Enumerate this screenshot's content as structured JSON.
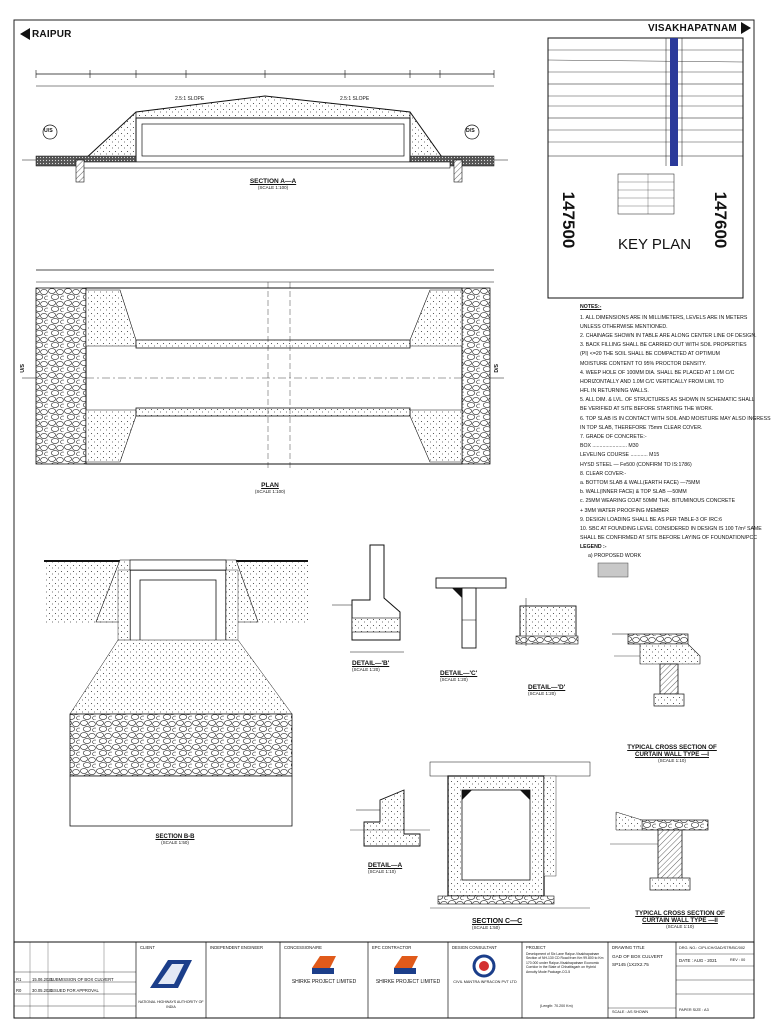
{
  "directions": {
    "left": "RAIPUR",
    "right": "VISAKHAPATNAM"
  },
  "keyplan": {
    "title": "KEY PLAN",
    "chainage_left": "147500",
    "chainage_right": "147600"
  },
  "views": {
    "section_a": {
      "title": "SECTION A—A",
      "scale": "(SCALE 1:100)"
    },
    "plan": {
      "title": "PLAN",
      "scale": "(SCALE 1:100)"
    },
    "section_b": {
      "title": "SECTION B-B",
      "scale": "(SCALE 1:50)"
    },
    "section_c": {
      "title": "SECTION C—C",
      "scale": "(SCALE 1:50)"
    },
    "detail_a": {
      "title": "DETAIL—A",
      "scale": "(SCALE 1:10)"
    },
    "detail_b": {
      "title": "DETAIL—'B'",
      "scale": "(SCALE 1:20)"
    },
    "detail_c": {
      "title": "DETAIL—'C'",
      "scale": "(SCALE 1:20)"
    },
    "detail_d": {
      "title": "DETAIL—'D'",
      "scale": "(SCALE 1:20)"
    },
    "curtain_1": {
      "title": "TYPICAL CROSS SECTION OF CURTAIN WALL TYPE —I",
      "scale": "(SCALE 1:10)"
    },
    "curtain_2": {
      "title": "TYPICAL CROSS SECTION OF CURTAIN WALL TYPE —II",
      "scale": "(SCALE 1:10)"
    }
  },
  "labels": {
    "us": "U/S",
    "ds": "D/S",
    "slope_left": "2.5:1 SLOPE",
    "slope_right": "2.5:1 SLOPE",
    "proposed_work": "PROPOSED WORK",
    "legend": "LEGEND :-"
  },
  "notes": {
    "heading": "NOTES:-",
    "items": [
      "1. ALL DIMENSIONS ARE IN MILLIMETERS, LEVELS ARE IN METERS",
      "   UNLESS OTHERWISE MENTIONED.",
      "2. CHAINAGE SHOWN IN TABLE ARE ALONG CENTER LINE OF DESIGN.",
      "3. BACK FILLING SHALL BE CARRIED OUT WITH SOIL PROPERTIES",
      "   (PI) <=20 THE SOIL SHALL BE COMPACTED AT OPTIMUM",
      "   MOISTURE CONTENT TO 95% PROCTOR DENSITY.",
      "4. WEEP HOLE OF 100MM DIA. SHALL BE PLACED AT 1.0M C/C",
      "   HORIZONTALLY AND 1.0M C/C VERTICALLY FROM LWL TO",
      "   HFL IN RETURNING WALLS.",
      "5. ALL DIM. & LVL. OF STRUCTURES AS SHOWN IN SCHEMATIC SHALL",
      "   BE VERIFIED AT SITE BEFORE STARTING THE WORK.",
      "6. TOP SLAB IS IN CONTACT WITH SOIL AND MOISTURE MAY ALSO INGRESS",
      "   IN TOP SLAB, THEREFORE 75mm CLEAR COVER.",
      "7. GRADE OF CONCRETE:-",
      "   BOX ........................ M30",
      "   LEVELING COURSE ............ M15",
      "   HYSD STEEL — Fe500 (CONFIRM TO IS:1786)",
      "8. CLEAR COVER:-",
      "   a. BOTTOM SLAB & WALL(EARTH FACE) —75MM",
      "   b. WALL(INNER FACE) & TOP SLAB —50MM",
      "   c. 25MM WEARING COAT 50MM THK. BITUMINOUS CONCRETE",
      "      + 3MM WATER PROOFING MEMBER",
      "9. DESIGN LOADING SHALL BE AS PER TABLE-3 OF IRC:6",
      "10. SBC AT FOUNDING LEVEL CONSIDERED IN DESIGN IS 100 T/m² SAME",
      "    SHALL BE CONFIRMED AT SITE BEFORE LAYING OF FOUNDATION/PCC"
    ]
  },
  "title_block": {
    "client_label": "CLIENT",
    "engineer_label": "INDEPENDENT ENGINEER",
    "concessionaire_label": "CONCESSIONAIRE",
    "epc_label": "EPC CONTRACTOR",
    "design_label": "DESIGN CONSULTANT",
    "project_label": "PROJECT",
    "drawing_title_label": "DRAWING TITLE",
    "client_name": "NATIONAL HIGHWAYS AUTHORITY OF INDIA",
    "concessionaire_name": "SHIRKE PROJECT LIMITED",
    "epc_name": "SHIRKE PROJECT LIMITED",
    "design_name": "CIVIL MANTRA INFRACON PVT LTD",
    "project_text": "Development of Six Lane Raipur-Visakhapatnam Section of NH-130 CD Road from Km 99.800 to Km 170.000 under Raipur-Visakhapatnam Economic Corridor in the State of Chhattisgarh on Hybrid Annuity Mode Package-CG-5",
    "project_length": "(Length: 70.200 Km)",
    "drawing_title": "GAD OF BOX CULVERT",
    "drawing_sub": "SP145 (1X2X2.75",
    "drg_no": "DRG. NO.: CIPL/CH/GAD/STR/BC/002",
    "date": "DATE : AUG - 2021",
    "rev": "REV : 00",
    "scale": "SCALE : AS SHOWN",
    "paper": "PAPER SIZE : A3",
    "rev_rows": [
      {
        "no": "R1",
        "date": "15.06.2021",
        "desc": "SUBMISSION OF BOX CULVERT"
      },
      {
        "no": "R0",
        "date": "30.05.2021",
        "desc": "ISSUED FOR APPROVAL"
      }
    ]
  },
  "colors": {
    "line": "#111111",
    "grey_fill": "#c8c8c8",
    "blue_band": "#2b3a9a",
    "logo_blue": "#1b3e8a",
    "logo_orange": "#e05a1a"
  }
}
